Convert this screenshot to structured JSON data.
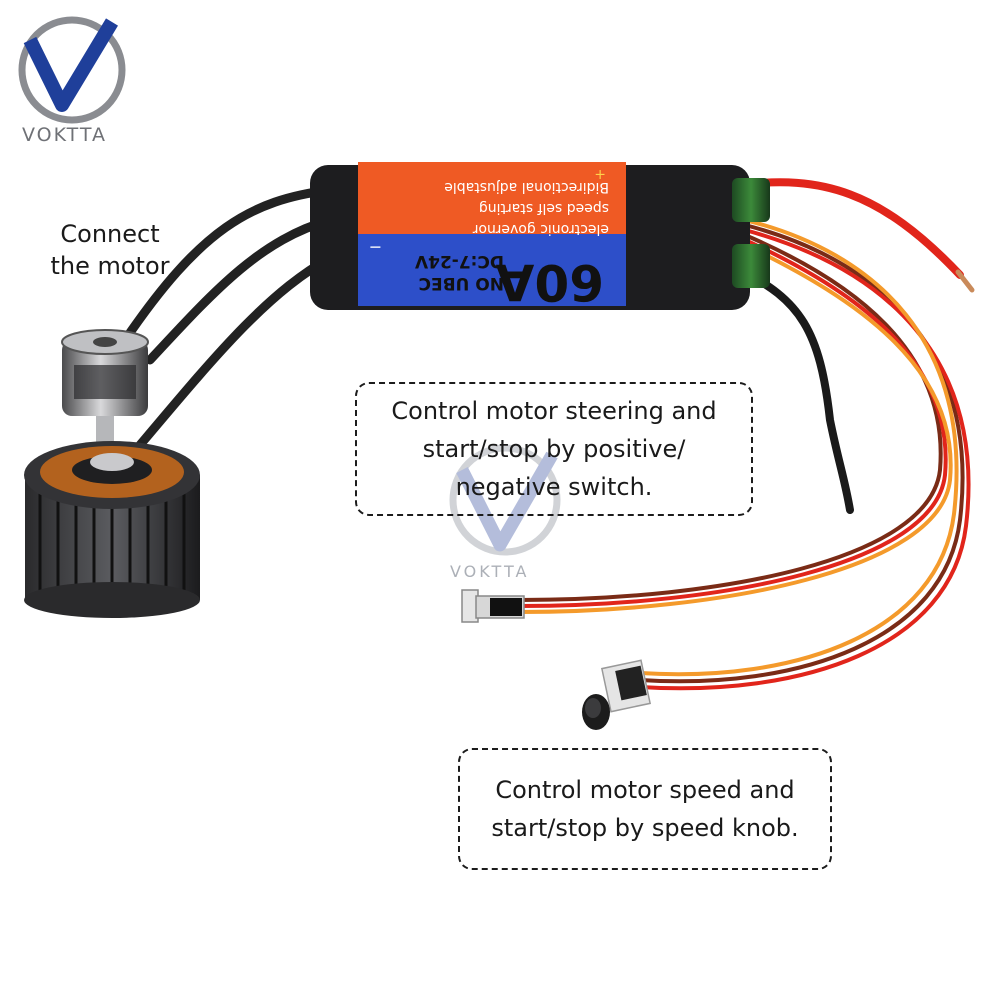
{
  "logo": {
    "brand": "VOKTTA"
  },
  "watermark": {
    "brand": "VOKTTA"
  },
  "callouts": {
    "motor": {
      "line1": "Connect",
      "line2": "the motor"
    },
    "steering": {
      "line1": "Control motor steering and",
      "line2": "start/stop by positive/",
      "line3": "negative switch."
    },
    "speed": {
      "line1": "Control motor speed and",
      "line2": "start/stop by speed knob."
    }
  },
  "esc_label": {
    "rating": "60A",
    "voltage": "DC:7-24V",
    "bec": "NO UBEC",
    "line1": "electronic governor",
    "line2": "speed self starting",
    "line3": "Bidirectional adjustable",
    "plus": "+",
    "minus": "−"
  },
  "colors": {
    "esc_orange": "#ef5a24",
    "esc_blue": "#2d4fc9",
    "wire_red": "#e1251b",
    "wire_orange": "#f49a2b",
    "wire_brown": "#7a2b16",
    "logo_blue": "#1f3f9a"
  },
  "icons": [
    "voktta-logo-icon",
    "bldc-motor-icon",
    "esc-controller-icon",
    "toggle-switch-icon",
    "speed-knob-icon"
  ]
}
